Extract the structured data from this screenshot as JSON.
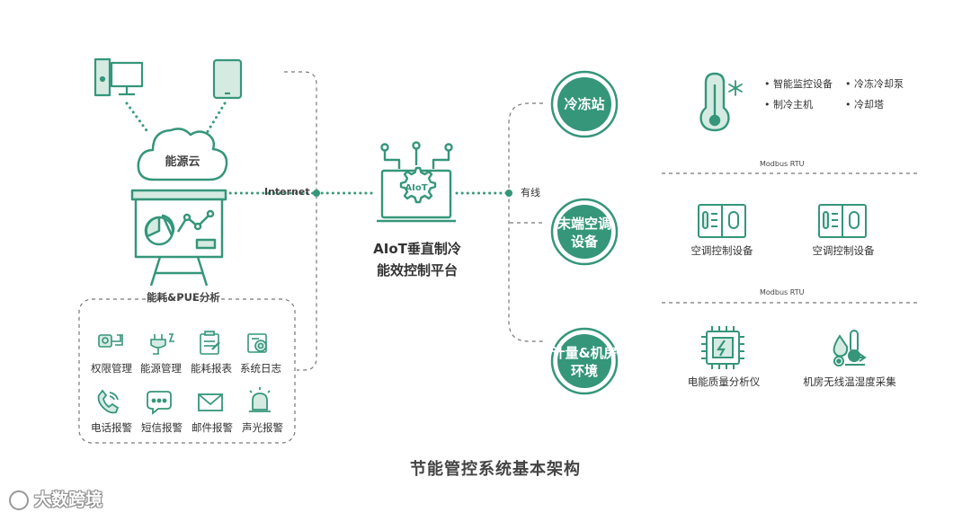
{
  "colors": {
    "green": "#35967a",
    "green_light": "#d5ebe2",
    "dotted": "#3a9a7d",
    "dash": "#777777"
  },
  "left": {
    "cloud_label": "能源云",
    "board_label": "能耗&PUE分析",
    "internet_label": "Internet",
    "apps": [
      {
        "label": "权限管理",
        "icon": "permission-icon"
      },
      {
        "label": "能源管理",
        "icon": "energy-plug-icon"
      },
      {
        "label": "能耗报表",
        "icon": "report-clipboard-icon"
      },
      {
        "label": "系统日志",
        "icon": "system-log-icon"
      },
      {
        "label": "电话报警",
        "icon": "phone-icon"
      },
      {
        "label": "短信报警",
        "icon": "sms-icon"
      },
      {
        "label": "邮件报警",
        "icon": "mail-icon"
      },
      {
        "label": "声光报警",
        "icon": "siren-icon"
      }
    ]
  },
  "center": {
    "chip_text": "AIoT",
    "platform_line1": "AIoT垂直制冷",
    "platform_line2": "能效控制平台",
    "wired_label": "有线"
  },
  "right": {
    "nodes": [
      {
        "line1": "冷冻站",
        "line2": ""
      },
      {
        "line1": "末端空调",
        "line2": "设备"
      },
      {
        "line1": "计量&机房",
        "line2": "环境"
      }
    ],
    "station_bullets": [
      "• 智能监控设备",
      "• 冷冻冷却泵",
      "• 制冷主机",
      "• 冷却塔"
    ],
    "rtu_1": "Modbus RTU",
    "rtu_2": "Modbus RTU",
    "ac_1": "空调控制设备",
    "ac_2": "空调控制设备",
    "meter": "电能质量分析仪",
    "sensor": "机房无线温湿度采集"
  },
  "title": "节能管控系统基本架构",
  "watermark": "大数跨境"
}
